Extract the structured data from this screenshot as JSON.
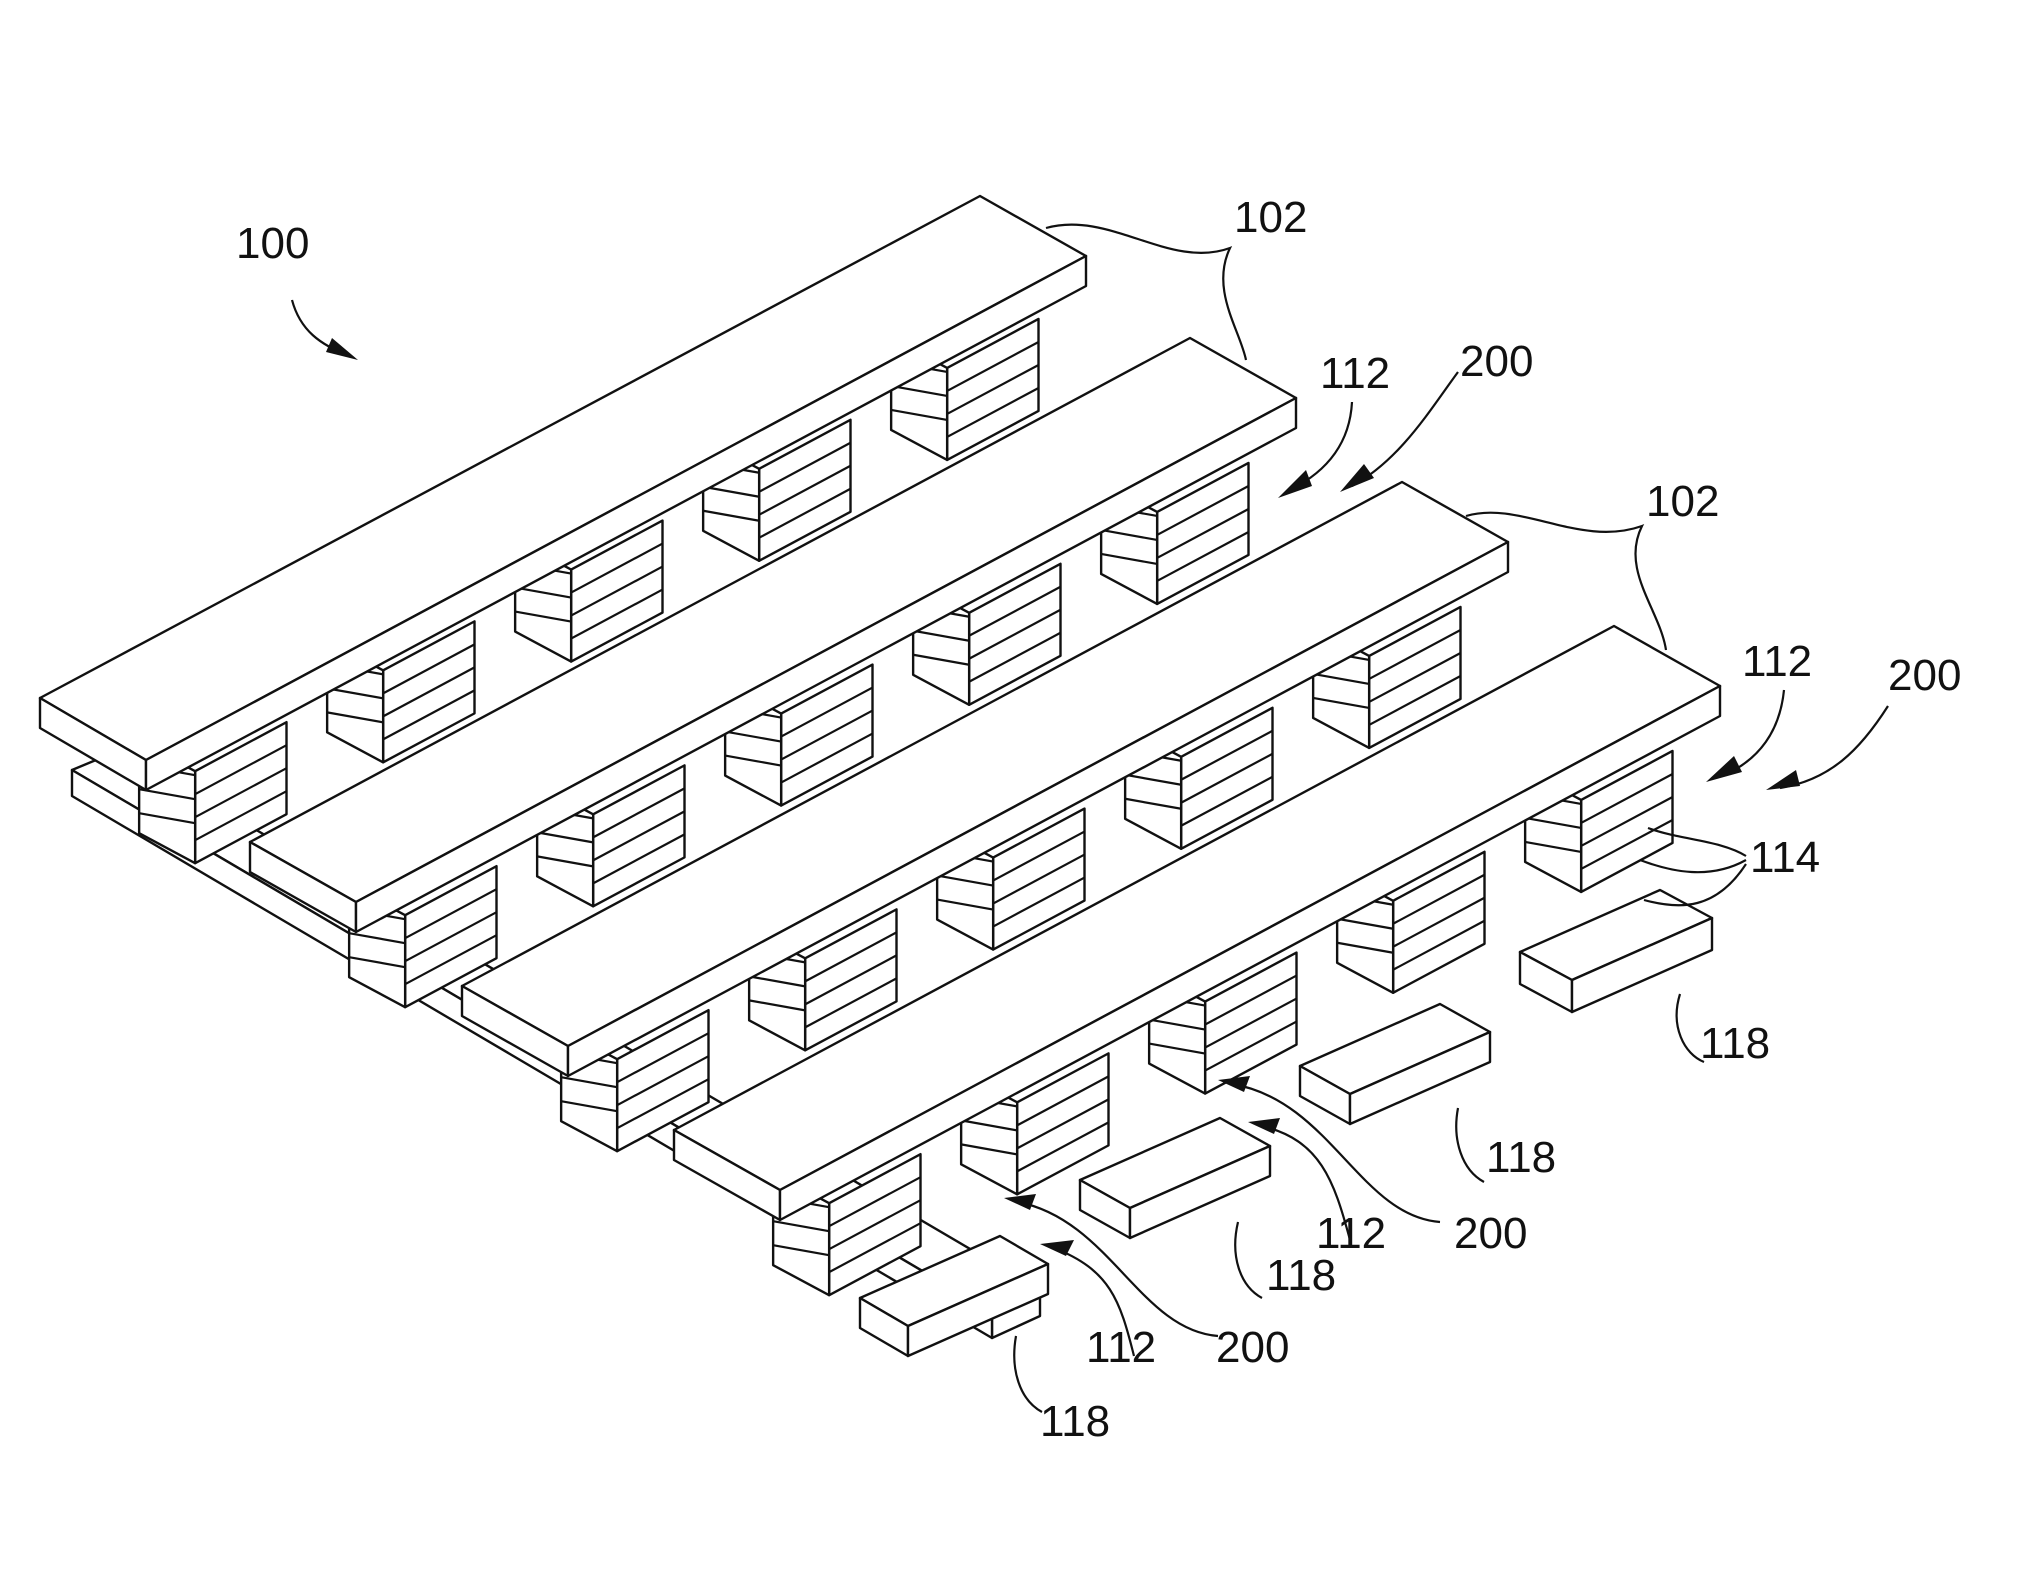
{
  "figure": {
    "labels": {
      "array": "100",
      "top_lines_upper": "102",
      "top_lines_lower": "102",
      "gap_upper": "112",
      "cell_upper": "200",
      "gap_right": "112",
      "cell_right": "200",
      "layers": "114",
      "bottom_line_1": "118",
      "bottom_line_2": "118",
      "bottom_line_3": "118",
      "bottom_line_4": "118",
      "gap_front_1": "112",
      "cell_front_1": "200",
      "gap_front_2": "112",
      "cell_front_2": "200"
    }
  }
}
